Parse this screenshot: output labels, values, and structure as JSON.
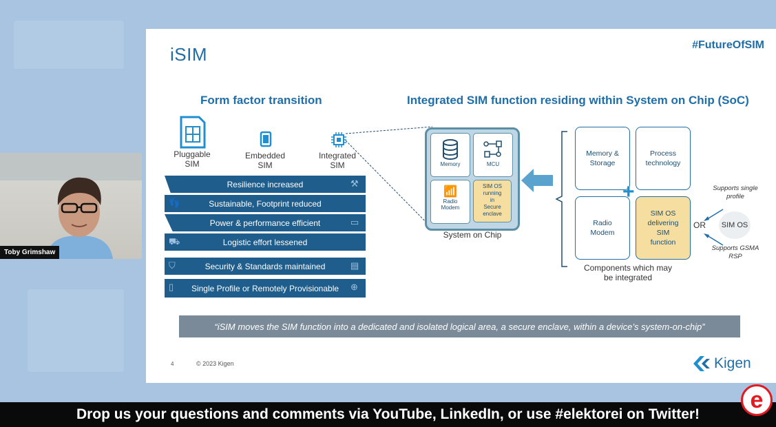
{
  "slide": {
    "title": "iSIM",
    "hashtag": "#FutureOfSIM",
    "left_section_title": "Form factor transition",
    "right_section_title": "Integrated SIM function residing within System on Chip (SoC)",
    "form_factors": [
      {
        "label_line1": "Pluggable",
        "label_line2": "SIM",
        "icon": "sim-card-icon"
      },
      {
        "label_line1": "Embedded",
        "label_line2": "SIM",
        "icon": "chip-icon"
      },
      {
        "label_line1": "Integrated",
        "label_line2": "SIM",
        "icon": "chip-icon"
      }
    ],
    "benefits": [
      {
        "label": "Resilience increased",
        "icon": "hammer-icon"
      },
      {
        "label": "Sustainable, Footprint reduced",
        "icon": "footprint-icon"
      },
      {
        "label": "Power & performance efficient",
        "icon": "battery-icon"
      },
      {
        "label": "Logistic effort lessened",
        "icon": "truck-icon"
      },
      {
        "label": "Security & Standards  maintained",
        "icon": "shield-icon"
      },
      {
        "label": "Single Profile or Remotely Provisionable",
        "icon": "globe-icon"
      }
    ],
    "soc": {
      "memory": "Memory",
      "mcu": "MCU",
      "radio_line1": "Radio",
      "radio_line2": "Modem",
      "simos_lines": [
        "SIM OS",
        "running",
        "in",
        "Secure",
        "enclave"
      ],
      "caption": "System on Chip"
    },
    "components": {
      "memory_storage": [
        "Memory &",
        "Storage"
      ],
      "process_technology": [
        "Process",
        "technology"
      ],
      "radio_modem": [
        "Radio",
        "Modem"
      ],
      "simos_function": [
        "SIM OS",
        "delivering",
        "SIM",
        "function"
      ],
      "caption_line1": "Components which may",
      "caption_line2": "be integrated",
      "plus": "+"
    },
    "alt": {
      "or": "OR",
      "sim_os": "SIM OS",
      "supports_single": [
        "Supports single",
        "profile"
      ],
      "supports_gsma": [
        "Supports GSMA",
        "RSP"
      ]
    },
    "quote": "“iSIM moves the SIM function into a dedicated and isolated logical area, a secure enclave, within a device’s system-on-chip”",
    "footer": {
      "page_number": "4",
      "copyright": "© 2023 Kigen",
      "brand": "Kigen"
    }
  },
  "webcam": {
    "presenter_name": "Toby Grimshaw"
  },
  "ticker": {
    "text": "Drop us your questions and comments via YouTube, LinkedIn, or use #elektorei on Twitter!"
  },
  "colors": {
    "accent": "#1f6ea8",
    "band": "#1f5d8c",
    "highlight": "#f6dea1",
    "background": "#a9c4e0"
  }
}
